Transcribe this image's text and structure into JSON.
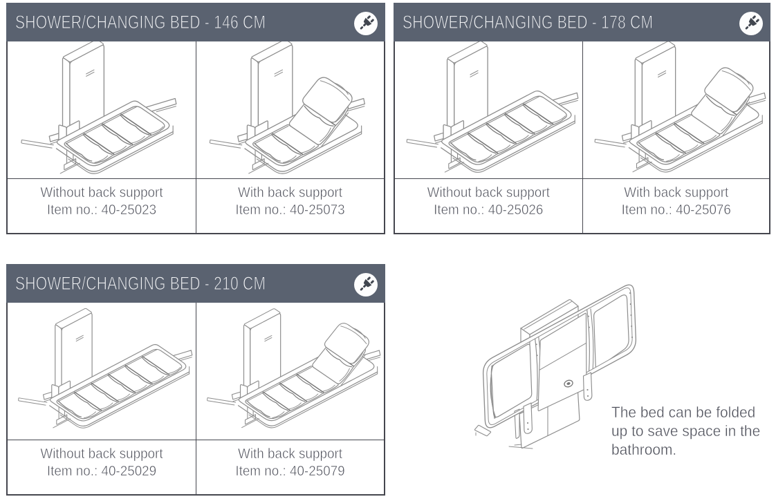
{
  "page": {
    "background": "#ffffff"
  },
  "theme": {
    "header_bg": "#5a6270",
    "header_text": "#f2f3f5",
    "panel_border": "#45464e",
    "body_text": "#51535d",
    "line_art": "#8d8d8d",
    "plug_icon_color": "#41464f",
    "plug_badge_bg": "#fdfdfd"
  },
  "panels": [
    {
      "title": "SHOWER/CHANGING BED - 146 CM",
      "length_cm": 146,
      "header_icon": "power-plug",
      "variants": [
        {
          "label": "Without back support",
          "item": "Item no.: 40-25023",
          "segments": 4,
          "back_support": false
        },
        {
          "label": "With back support",
          "item": "Item no.: 40-25073",
          "segments": 4,
          "back_support": true
        }
      ]
    },
    {
      "title": "SHOWER/CHANGING BED - 178 CM",
      "length_cm": 178,
      "header_icon": "power-plug",
      "variants": [
        {
          "label": "Without back support",
          "item": "Item no.: 40-25026",
          "segments": 5,
          "back_support": false
        },
        {
          "label": "With back support",
          "item": "Item no.: 40-25076",
          "segments": 5,
          "back_support": true
        }
      ]
    },
    {
      "title": "SHOWER/CHANGING BED - 210 CM",
      "length_cm": 210,
      "header_icon": "power-plug",
      "variants": [
        {
          "label": "Without back support",
          "item": "Item no.: 40-25029",
          "segments": 6,
          "back_support": false
        },
        {
          "label": "With back support",
          "item": "Item no.: 40-25079",
          "segments": 6,
          "back_support": true
        }
      ]
    }
  ],
  "folded": {
    "drawing": "folded-shower-bed",
    "note_lines": [
      "The bed can be folded",
      "up to save space in the",
      "bathroom."
    ]
  }
}
